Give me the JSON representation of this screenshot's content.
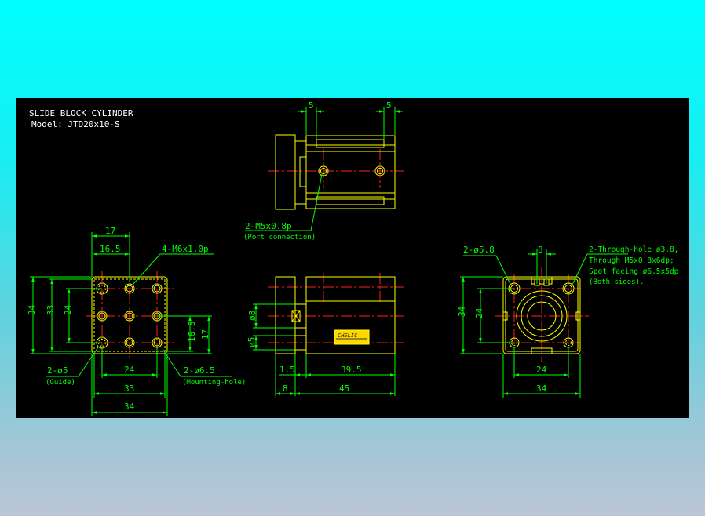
{
  "title": {
    "line1": "SLIDE BLOCK CYLINDER",
    "line2": "Model: JTD20x10-S"
  },
  "colors": {
    "background_top": "#00ffff",
    "background_bottom": "#bbc5d6",
    "drawing_background": "#000000",
    "outline": "#ffff00",
    "dimension": "#00ff00",
    "centerline": "#ff2020",
    "text": "#ffffff"
  },
  "top_view": {
    "dim_left": "5",
    "dim_right": "5",
    "port_label": "2-M5x0.8p",
    "port_note": "(Port connection)"
  },
  "front_view": {
    "dim_17": "17",
    "dim_16_5_top": "16.5",
    "thread_label": "4-M6x1.0p",
    "dim_34_left": "34",
    "dim_33_left": "33",
    "dim_24_left": "24",
    "dim_16_5_right": "16.5",
    "dim_17_right": "17",
    "guide_label": "2-ø5",
    "guide_note": "(Guide)",
    "mount_label": "2-ø6.5",
    "mount_note": "(Mounting-hole)",
    "dim_24_bottom": "24",
    "dim_33_bottom": "33",
    "dim_34_bottom": "34"
  },
  "side_view": {
    "dim_phi8": "ø8",
    "dim_phi5": "ø5",
    "dim_1_5": "1.5",
    "dim_39_5": "39.5",
    "dim_8": "8",
    "dim_45": "45",
    "nameplate": "CHELIC"
  },
  "rear_view": {
    "hole_label": "2-ø5.8",
    "dim_8": "8",
    "note_line1": "2-Through-hole ø3.8,",
    "note_line2": "Through M5x0.8x6dp;",
    "note_line3": "Spot facing ø6.5x5dp",
    "note_line4": "(Both sides).",
    "dim_34_left": "34",
    "dim_24_left": "24",
    "dim_24_bottom": "24",
    "dim_34_bottom": "34"
  }
}
